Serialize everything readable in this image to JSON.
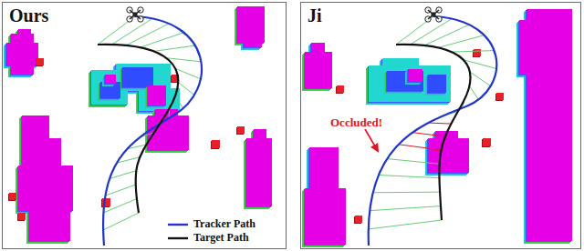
{
  "diagram": {
    "nodes": [
      {
        "text": [
          "Ours"
        ]
      },
      {
        "text": [
          "Ji"
        ]
      }
    ],
    "labels": [
      "Occluded!"
    ],
    "legend": [
      {
        "text": "Tracker Path"
      },
      {
        "text": "Target Path"
      }
    ]
  }
}
